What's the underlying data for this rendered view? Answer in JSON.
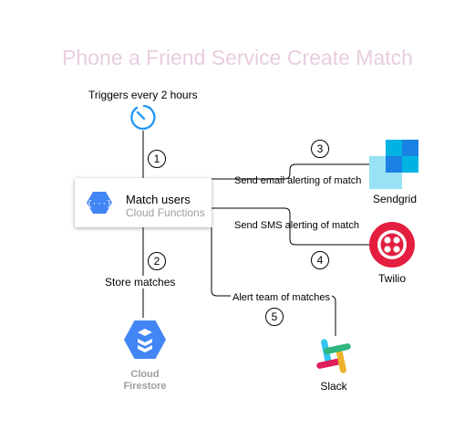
{
  "title": "Phone a Friend Service Create Match",
  "trigger": {
    "label": "Triggers every 2 hours",
    "icon": "timer-icon"
  },
  "function": {
    "name": "Match users",
    "subtitle": "Cloud Functions",
    "icon": "cloud-functions-icon"
  },
  "steps": [
    {
      "number": "1"
    },
    {
      "number": "2",
      "label": "Store matches"
    },
    {
      "number": "3",
      "label": "Send email alerting of match"
    },
    {
      "number": "4",
      "label": "Send SMS alerting of match"
    },
    {
      "number": "5",
      "label": "Alert team of matches"
    }
  ],
  "services": {
    "sendgrid": {
      "name": "Sendgrid",
      "icon": "sendgrid-logo-icon"
    },
    "twilio": {
      "name": "Twilio",
      "icon": "twilio-logo-icon"
    },
    "slack": {
      "name": "Slack",
      "icon": "slack-logo-icon"
    },
    "firestore": {
      "name_line1": "Cloud",
      "name_line2": "Firestore",
      "icon": "cloud-firestore-icon"
    }
  },
  "colors": {
    "title": "#e8cde0",
    "google_blue": "#4285f4",
    "sendgrid_light": "#99e1f4",
    "sendgrid_mid": "#1a82e2",
    "sendgrid_dark": "#00b3e3",
    "twilio_red": "#e31e3f",
    "slack_blue": "#36c5f0",
    "slack_green": "#2eb67d",
    "slack_yellow": "#ecb22e",
    "slack_red": "#e01e5a"
  }
}
